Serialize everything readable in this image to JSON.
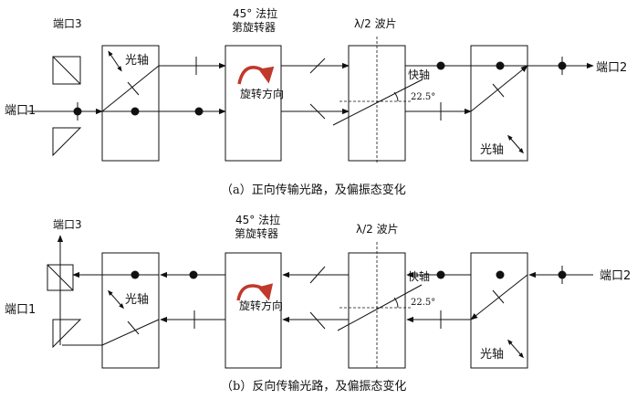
{
  "diagram_a": {
    "port3": "端口3",
    "port1": "端口1",
    "port2": "端口2",
    "faraday_line1": "45° 法拉",
    "faraday_line2": "第旋转器",
    "rotation_dir": "旋转方向",
    "halfwave": "λ/2 波片",
    "fast_axis": "快轴",
    "angle": "22.5°",
    "optic_axis_left": "光轴",
    "optic_axis_right": "光轴",
    "caption": "（a）正向传输光路，及偏振态变化"
  },
  "diagram_b": {
    "port3": "端口3",
    "port1": "端口1",
    "port2": "端口2",
    "faraday_line1": "45° 法拉",
    "faraday_line2": "第旋转器",
    "rotation_dir": "旋转方向",
    "halfwave": "λ/2 波片",
    "fast_axis": "快轴",
    "angle": "22.5°",
    "optic_axis_left": "光轴",
    "optic_axis_right": "光轴",
    "caption": "（b）反向传输光路，及偏振态变化"
  },
  "colors": {
    "rotation_arrow": "#c0392b",
    "line": "#111111"
  }
}
